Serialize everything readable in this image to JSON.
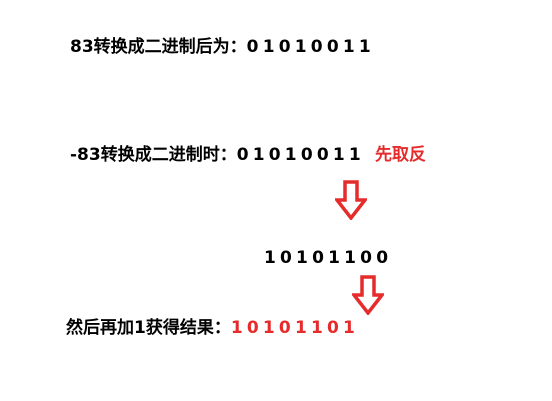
{
  "lines": {
    "positive": {
      "prefix": "83转换成二进制后为：",
      "bits": "01010011"
    },
    "negative": {
      "prefix": "-83转换成二进制时：",
      "bits": "01010011",
      "note": "先取反"
    },
    "inverted": {
      "bits": "10101100"
    },
    "result": {
      "prefix": "然后再加1获得结果：",
      "bits": "10101101"
    }
  },
  "colors": {
    "text": "#000000",
    "accent_red": "#e52b2b",
    "background": "#ffffff"
  },
  "icons": {
    "step_arrow": "down-arrow-icon"
  }
}
